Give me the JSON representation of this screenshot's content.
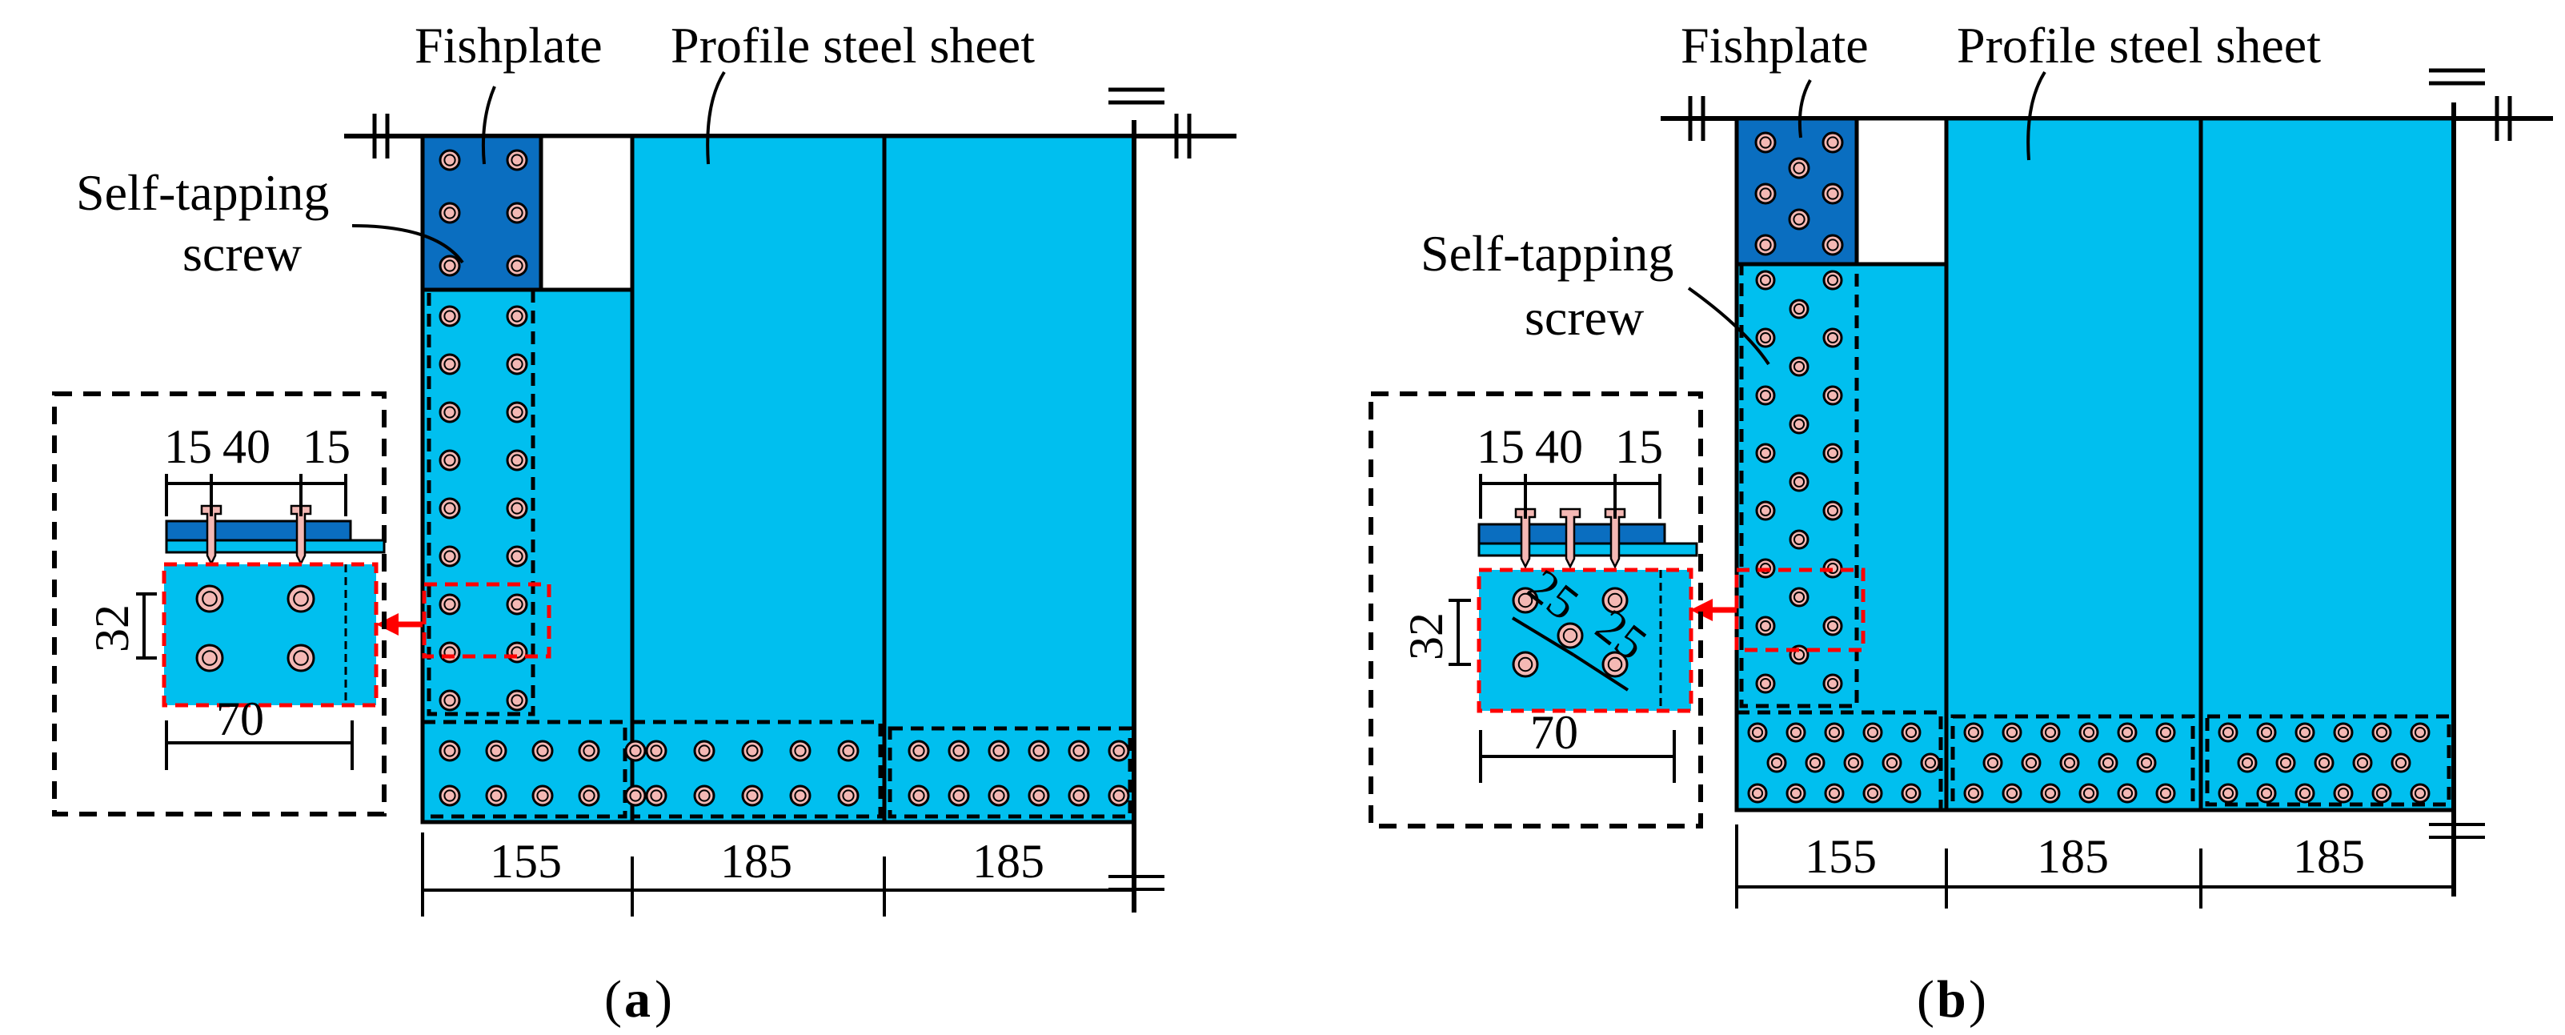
{
  "colors": {
    "sheet": "#00BFEF",
    "fishplate": "#0A6EC0",
    "screw": "#F4B8B4",
    "highlight": "#FF0000",
    "line": "#000000"
  },
  "panels": [
    {
      "id": "a",
      "caption": {
        "open": "(",
        "letter": "a",
        "close": ")"
      },
      "labels": {
        "fishplate": "Fishplate",
        "profile_sheet": "Profile steel sheet",
        "screw_line1": "Self-tapping",
        "screw_line2": "screw"
      },
      "bottom_dims": [
        "155",
        "185",
        "185"
      ],
      "detail_dims": {
        "top_left": "15",
        "top_mid": "40",
        "top_right": "15",
        "height": "32",
        "width": "70"
      },
      "screw_pattern": "aligned"
    },
    {
      "id": "b",
      "caption": {
        "open": "(",
        "letter": "b",
        "close": ")"
      },
      "labels": {
        "fishplate": "Fishplate",
        "profile_sheet": "Profile steel sheet",
        "screw_line1": "Self-tapping",
        "screw_line2": "screw"
      },
      "bottom_dims": [
        "155",
        "185",
        "185"
      ],
      "detail_dims": {
        "top_left": "15",
        "top_mid": "40",
        "top_right": "15",
        "height": "32",
        "width": "70",
        "diag1": "25",
        "diag2": "25"
      },
      "screw_pattern": "staggered"
    }
  ]
}
